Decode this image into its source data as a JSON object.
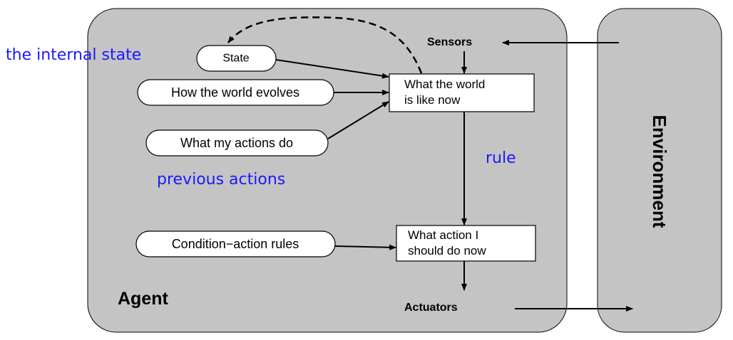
{
  "agent": {
    "label": "Agent"
  },
  "environment": {
    "label": "Environment"
  },
  "sensors": {
    "label": "Sensors"
  },
  "actuators": {
    "label": "Actuators"
  },
  "ovals": {
    "state": "State",
    "world_evolves": "How the world evolves",
    "actions_do": "What my actions do",
    "condition_rules": "Condition−action rules"
  },
  "boxes": {
    "world_now": [
      "What the world",
      "is like now"
    ],
    "action_now": [
      "What action I",
      "should do now"
    ]
  },
  "annotations": {
    "internal_state": "the internal state",
    "rule": "rule",
    "previous_actions": "previous actions",
    "color": "#1a1aff"
  },
  "colors": {
    "panel_fill": "#c4c4c4",
    "stroke": "#000000",
    "node_fill": "#ffffff"
  }
}
